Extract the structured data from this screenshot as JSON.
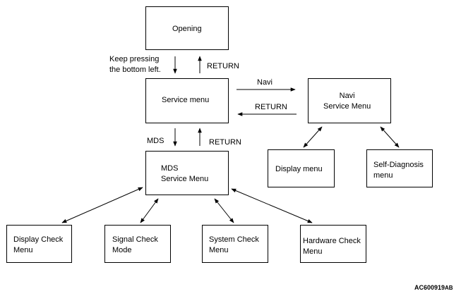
{
  "nodes": {
    "opening": "Opening",
    "service_menu": "Service menu",
    "navi_service_menu": "Navi\nService Menu",
    "mds_service_menu": "MDS\nService Menu",
    "display_menu": "Display menu",
    "self_diagnosis_menu": "Self-Diagnosis\nmenu",
    "display_check_menu": "Display Check\nMenu",
    "signal_check_mode": "Signal Check\nMode",
    "system_check_menu": "System Check\nMenu",
    "hardware_check_menu": "Hardware Check\nMenu"
  },
  "labels": {
    "keep_pressing": "Keep pressing\nthe bottom left.",
    "return_opening": "RETURN",
    "navi": "Navi",
    "return_navi": "RETURN",
    "mds": "MDS",
    "return_mds": "RETURN"
  },
  "figure_code": {
    "main": "AC600919",
    "suffix": "AB"
  }
}
